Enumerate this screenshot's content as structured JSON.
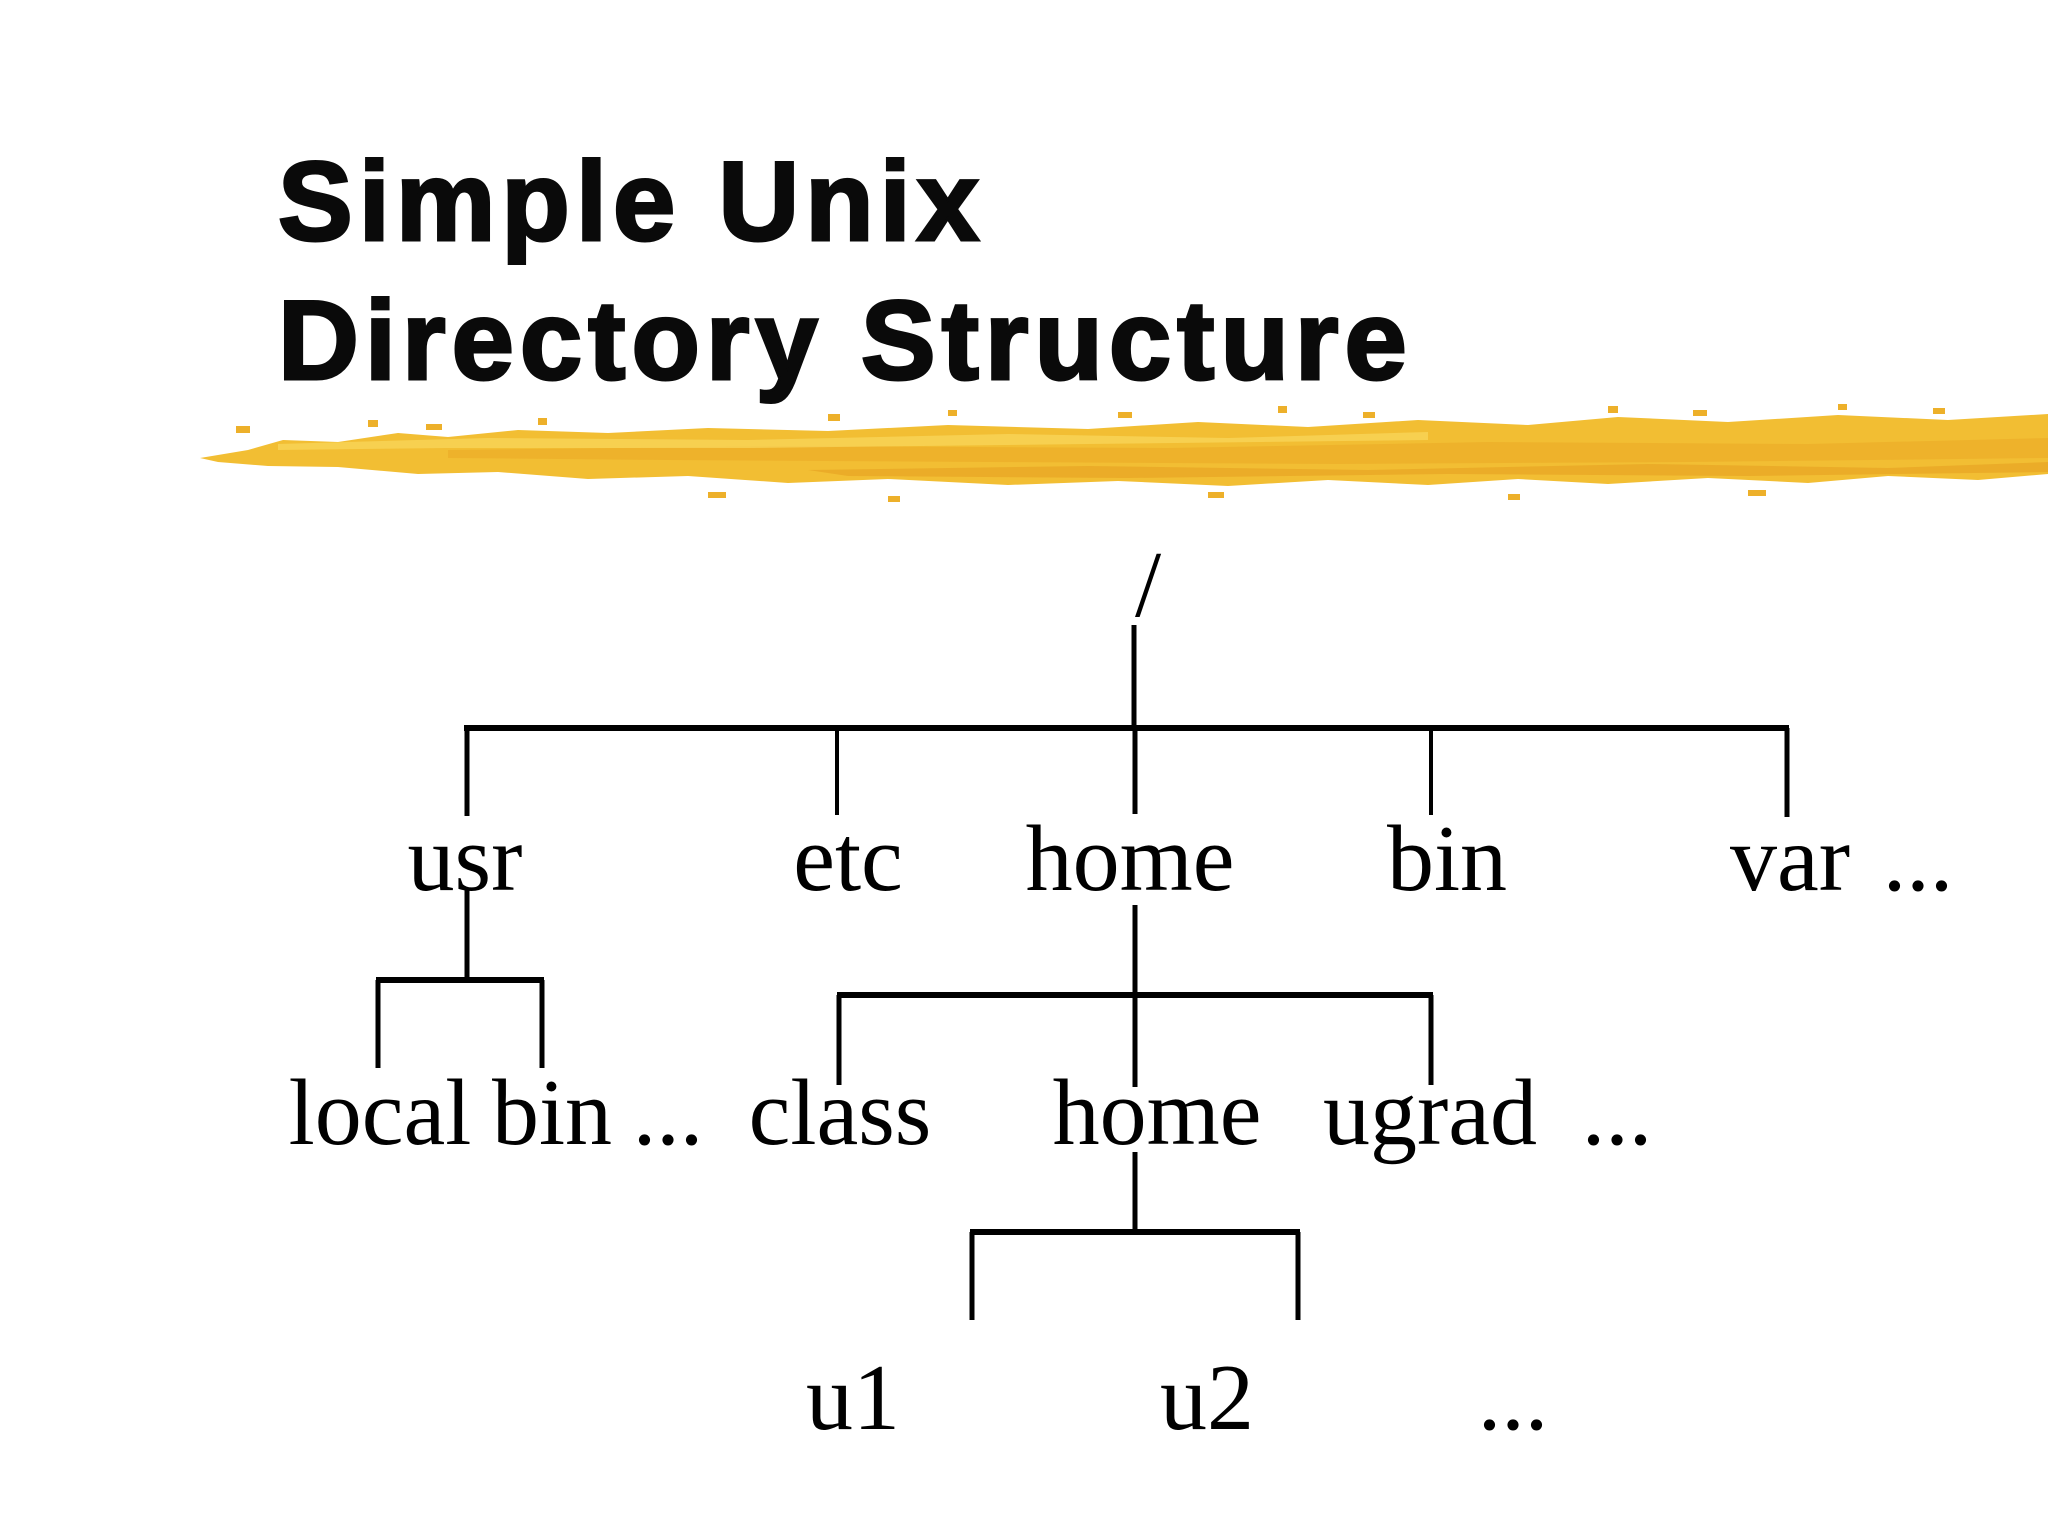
{
  "slide": {
    "title_line1": "Simple Unix",
    "title_line2": "Directory Structure"
  },
  "tree": {
    "root": "/",
    "level1": [
      "usr",
      "etc",
      "home",
      "bin",
      "var",
      "..."
    ],
    "usr_children": [
      "local",
      "bin",
      "..."
    ],
    "home_children": [
      "class",
      "home",
      "ugrad",
      "..."
    ],
    "user_dirs": [
      "u1",
      "u2",
      "..."
    ]
  },
  "colors": {
    "background": "#FFFFFF",
    "text": "#000000",
    "connector_line": "#000000",
    "highlight_stroke": "#F2BE33",
    "highlight_stroke_dark": "#DE9E22",
    "highlight_stroke_light": "#F9D75C"
  }
}
